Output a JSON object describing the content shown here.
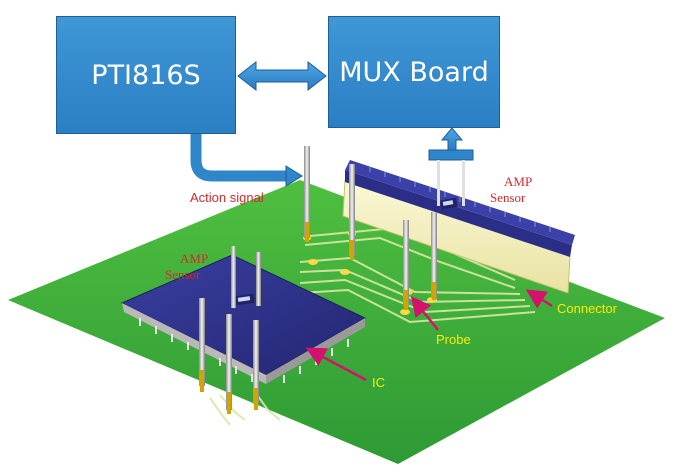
{
  "blocks": {
    "controller": "PTI816S",
    "mux": "MUX Board"
  },
  "labels": {
    "action_signal": "Action signal",
    "amp_top": "AMP",
    "sensor_top": "Sensor",
    "amp_left": "AMP",
    "sensor_left": "Sensor",
    "connector": "Connector",
    "probe": "Probe",
    "ic": "IC"
  },
  "colors": {
    "block_blue": "#2f86c8",
    "board_green": "#3aa83a",
    "chip_blue": "#2c2f8a",
    "connector_cream": "#f3efc0",
    "callout_magenta": "#d4126e",
    "label_red": "#d42a2a",
    "label_yellow": "#ffea00"
  }
}
